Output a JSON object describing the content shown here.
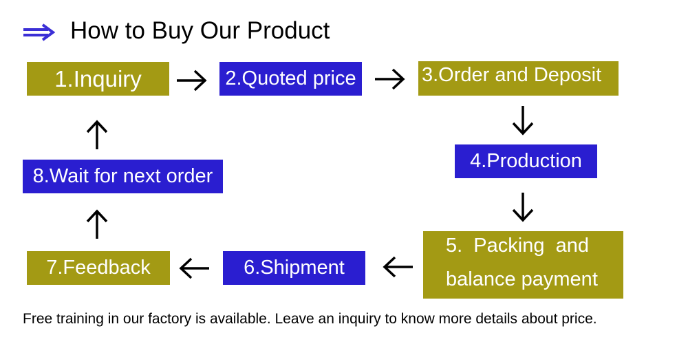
{
  "title": "How to Buy Our Product",
  "steps": {
    "s1": "1.Inquiry",
    "s2": "2.Quoted price",
    "s3": "3.Order and Deposit",
    "s4": "4.Production",
    "s5_line1": "5.  Packing  and",
    "s5_line2": "balance payment",
    "s6": "6.Shipment",
    "s7": "7.Feedback",
    "s8": "8.Wait for next order"
  },
  "footnote": "Free training in our factory is available. Leave an inquiry to know more details about price.",
  "colors": {
    "olive": "#a39a14",
    "blue": "#2a1ed0",
    "title_arrow": "#3b2fd6"
  },
  "icons": {
    "title": "double-arrow-right-icon",
    "flow": [
      "arrow-right-icon",
      "arrow-down-icon",
      "arrow-left-icon",
      "arrow-up-icon"
    ]
  }
}
